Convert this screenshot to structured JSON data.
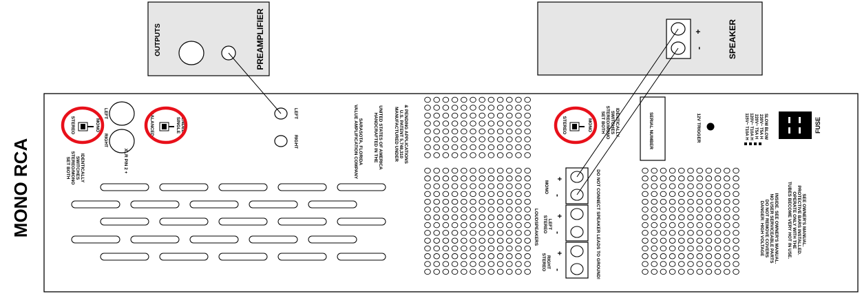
{
  "title": "MONO RCA",
  "preamp": {
    "outputs_label": "OUTPUTS",
    "name_label": "PREAMPLIFIER"
  },
  "speaker": {
    "name_label": "SPEAKER",
    "plus": "+",
    "minus": "-"
  },
  "left_panel": {
    "stereo": "STEREO",
    "mono": "MONO",
    "set_both": "SET BOTH",
    "stereo_mono": "STEREO/MONO",
    "switches": "SWITCHES",
    "identically": "IDENTICALLY",
    "right": "RIGHT",
    "left": "LEFT",
    "xlr": "XLR PIN 2 +",
    "balanced": "BALANCED",
    "single": "SINGLE",
    "ended": "ENDED",
    "rca_left": "LEFT",
    "rca_right": "RIGHT"
  },
  "info": {
    "company": "VALUE AMPLIFICATION COMPANY",
    "city": "SARASOTA, FLORIDA",
    "handcrafted": "HANDCRAFTED IN THE",
    "usa": "UNITED STATES OF AMERICA",
    "manufactured": "MANUFACTURED UNDER",
    "patent": "U.S. PATENT 5,748,310",
    "pending": "& PENDING APPLICATIONS"
  },
  "speaker_terminals": {
    "mono": "MONO",
    "loudspeakers": "LOUDSPEAKERS",
    "stereo_left": "STEREO",
    "left": "LEFT",
    "stereo_right": "STEREO",
    "right": "RIGHT",
    "plus": "+",
    "minus": "-",
    "warning": "DO NOT CONNECT SPEAKER LEADS TO GROUND!"
  },
  "right_panel": {
    "stereo": "STEREO",
    "mono": "MONO",
    "set_both": "SET BOTH",
    "stereo_mono": "STEREO/MONO",
    "switches": "SWITCHES",
    "identically": "IDENTICALLY",
    "serial": "SERIAL NUMBER",
    "trigger": "12V TRIGGER",
    "fuse1": "115V~ T10A H",
    "fuse2": "120V~ T10A H",
    "fuse3": "220V~ T5A H",
    "fuse4": "230V~ T5A H",
    "fuse5": "SLOW BLOW",
    "fuse_label": "FUSE",
    "danger1": "DANGER: HIGH VOLTAGE",
    "danger2": "DO NOT REMOVE COVERS",
    "danger3": "NO USER SERVICEABLE PARTS",
    "danger4": "INSIDE. SEE OWNER'S MANUAL.",
    "tubes1": "TUBES BECOME VERY HOT IN USE.",
    "tubes2": "OPERATE ONLY WITH THE",
    "tubes3": "PROTECTIVE BARS INSTALLED.",
    "tubes4": "SEE OWNER'S MANUAL."
  },
  "colors": {
    "panel": "#ffffff",
    "box": "#e6e6e6",
    "line": "#000000",
    "highlight": "#e8101a"
  }
}
